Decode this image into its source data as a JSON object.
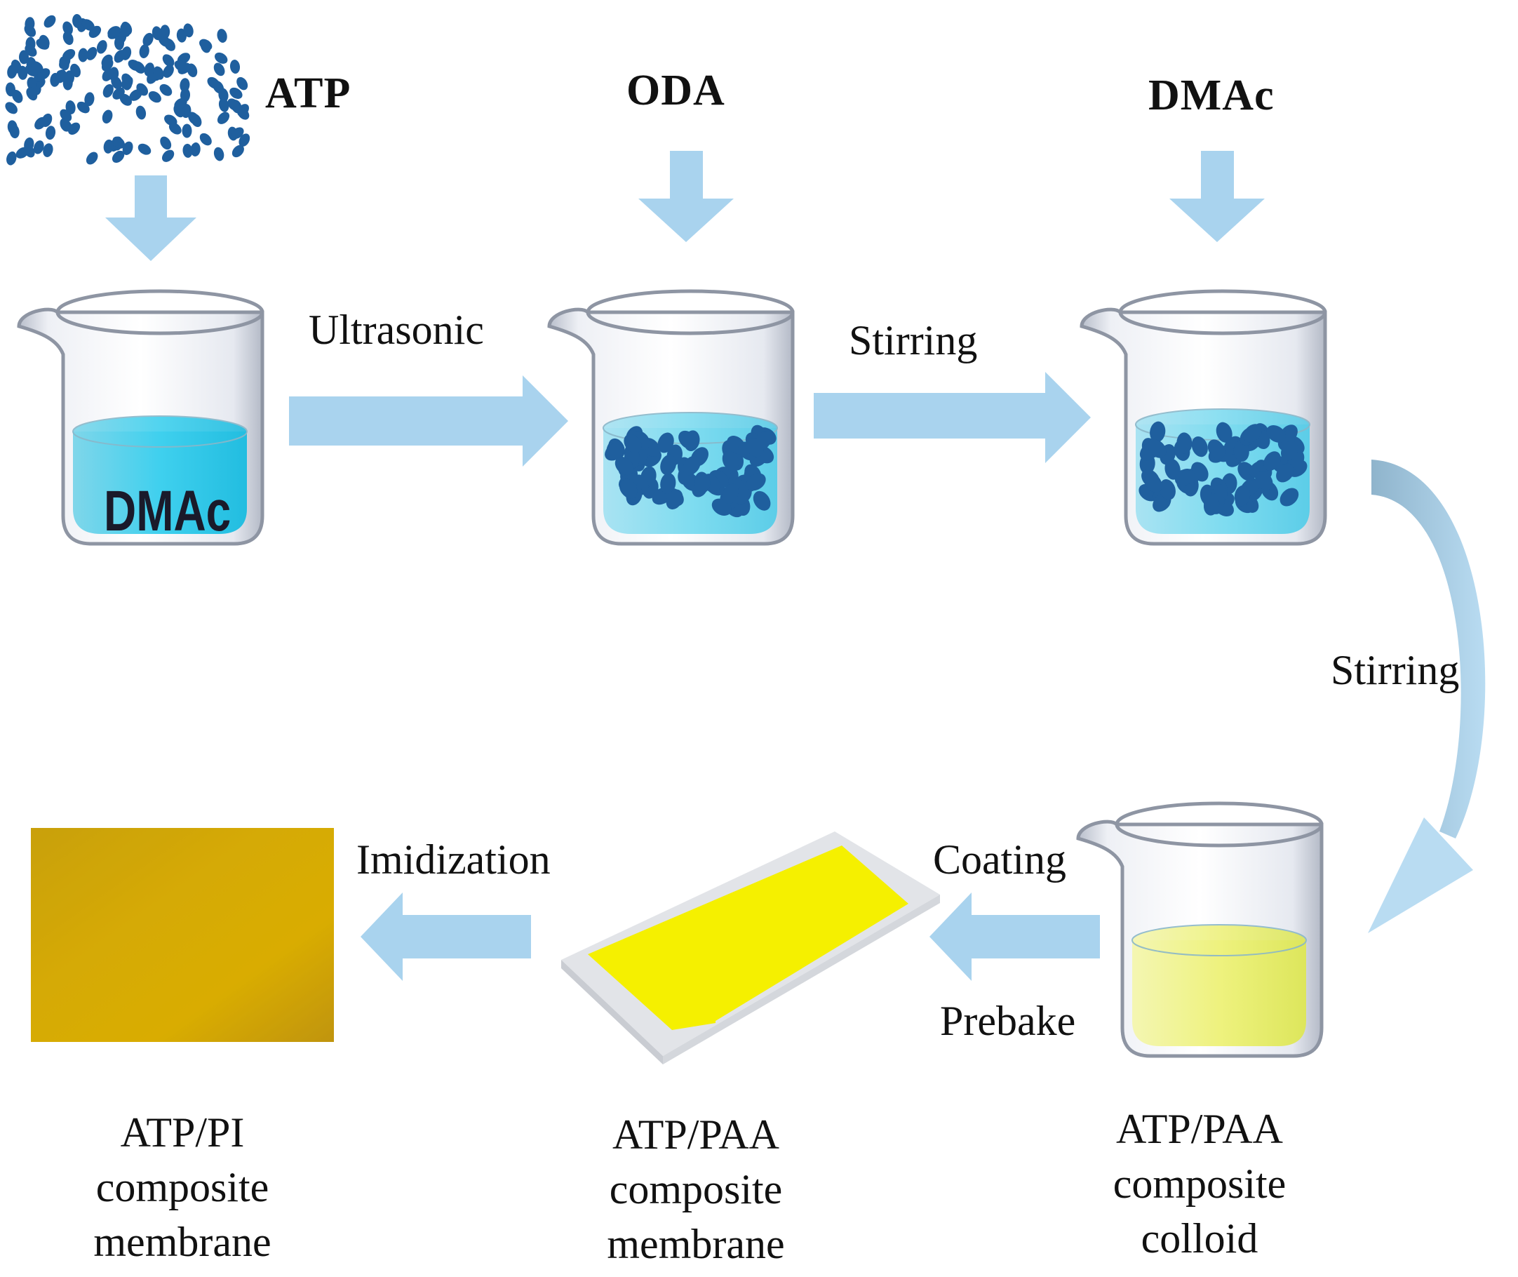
{
  "reagents": {
    "atp": "ATP",
    "oda": "ODA",
    "dmac": "DMAc"
  },
  "beaker_label": "DMAc",
  "steps": {
    "ultrasonic": "Ultrasonic",
    "stirring_1": "Stirring",
    "stirring_2": "Stirring",
    "coating": "Coating",
    "prebake": "Prebake",
    "imidization": "Imidization"
  },
  "products": {
    "pi_membrane": [
      "ATP/PI",
      "composite",
      "membrane"
    ],
    "paa_membrane": [
      "ATP/PAA",
      "composite",
      "membrane"
    ],
    "paa_colloid": [
      "ATP/PAA",
      "composite",
      "colloid"
    ]
  },
  "colors": {
    "arrow": "#a9d3ee",
    "particle": "#1f5f9e",
    "dmac_liquid": "#33c8e6",
    "particle_liquid": "#8fdcef",
    "colloid_liquid": "#eef18a",
    "paa_film": "#f5f000",
    "pi_film": "#d2a50a"
  }
}
